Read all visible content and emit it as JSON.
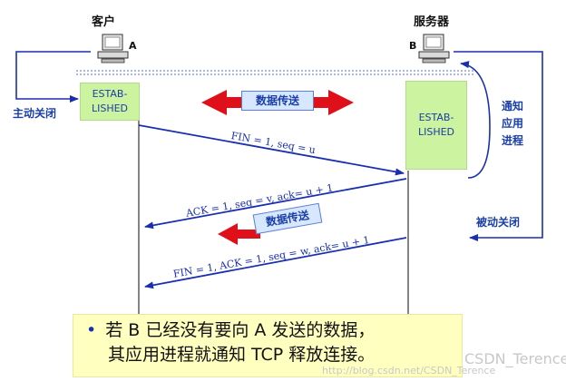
{
  "nodes": {
    "client": {
      "label": "客户",
      "letter": "A"
    },
    "server": {
      "label": "服务器",
      "letter": "B"
    }
  },
  "states": {
    "client": "ESTAB-\nLISHED",
    "server": "ESTAB-\nLISHED"
  },
  "side_labels": {
    "active_close": "主动关闭",
    "notify_app_line1": "通知",
    "notify_app_line2": "应用",
    "notify_app_line3": "进程",
    "passive_close": "被动关闭"
  },
  "data_transfer": {
    "top": "数据传送",
    "bottom": "数据传送"
  },
  "segments": [
    {
      "text": "FIN = 1, seq = u",
      "direction": "A→B"
    },
    {
      "text": "ACK = 1, seq = v, ack= u + 1",
      "direction": "B→A"
    },
    {
      "text": "FIN = 1, ACK = 1, seq = w, ack= u + 1",
      "direction": "B→A"
    }
  ],
  "notice": {
    "bullet": "•",
    "line1": "若 B 已经没有要向 A 发送的数据，",
    "line2": "其应用进程就通知 TCP 释放连接。"
  },
  "watermark": {
    "line1": "CSDN_Terence",
    "line2": "http://blog.csdn.net/CSDN_Terence"
  },
  "colors": {
    "arrow_line": "#1a2fb0",
    "state_fill": "#ccf3a0",
    "label_blue": "#1a3ea8",
    "red_arrow": "#e0101a",
    "notice_fill": "#ffffbf"
  }
}
